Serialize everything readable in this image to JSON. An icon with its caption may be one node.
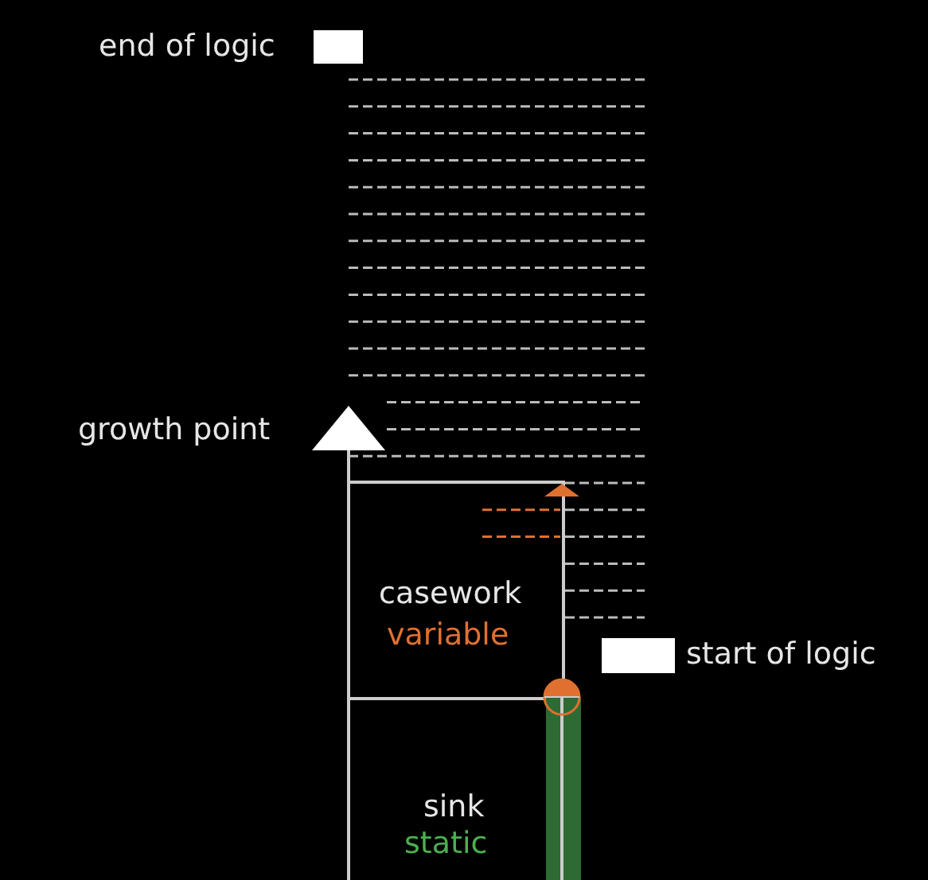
{
  "diagram": {
    "nodes": [
      {
        "text": [],
        "shape": "triangle",
        "beside": [
          "growth point"
        ]
      },
      {
        "text": [
          "casework",
          "variable"
        ]
      },
      {
        "text": [
          "sink",
          "static"
        ]
      }
    ],
    "edges": [],
    "legend": [
      {
        "text": "end of logic",
        "color": "#ffffff"
      },
      {
        "text": "start of logic",
        "color": "#ffffff"
      }
    ]
  }
}
